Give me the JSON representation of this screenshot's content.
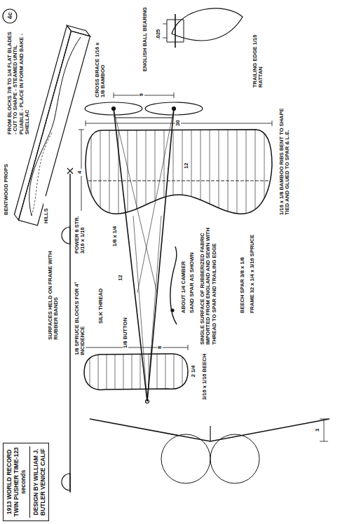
{
  "diagram": {
    "nodes": [
      {
        "text": [
          "1913 WORLD RECORD TWIN PUSHER TIME-123 seconds",
          "DESIGN BY WILLIAM J. BUTLER VENICE CALIF"
        ]
      }
    ],
    "labels": [
      "4c",
      "BENTWOOD PROPS",
      "FROM BLOCKS 7/8 TO 1/4 FLAT BLADES - CUT TO SHAPE - STEAMED UNTIL PLIABLE - PLACE IN FORM AND BAKE - SHELLAC",
      "HILLS",
      "POWER 8 STR. 3/16 x 1/16",
      "SURFACES HELD ON FRAME WITH RUBBER BANDS",
      "1/8 SPRUCE BLOCKS FOR 4° INCIDENCE",
      ".025",
      "ENGLISH BALL BEARING",
      "9",
      "CROSS BRACE 1/16 x 1/8 BAMBOO",
      "TRAILING EDGE 1/16 RATTAN",
      "30",
      "4",
      "1/16 x 1/8 BAMBOO RIBS BENT TO SHAPE TIED AND GLUED TO SPAR & L.E.",
      "BEECH SPAR 3/8 x 1/8",
      "FRAME 32 x 1/4 x 3/16 SPRUCE",
      "1/8 x 1/4",
      "12",
      "12",
      "SILK THREAD",
      "1/8 BUTTON",
      "8",
      "2 1/4",
      "3/16 x 1/16 BEECH",
      "ABOUT 1/4 CAMBER",
      "SAND SPAR AS SHOWN",
      "SINGLE SURFACE OF RUBBERIZED FABRIC IMPORTED FROM ENGLAND AND SEWN WITH THREAD TO SPAR AND TRAILING EDGE",
      "3"
    ]
  }
}
